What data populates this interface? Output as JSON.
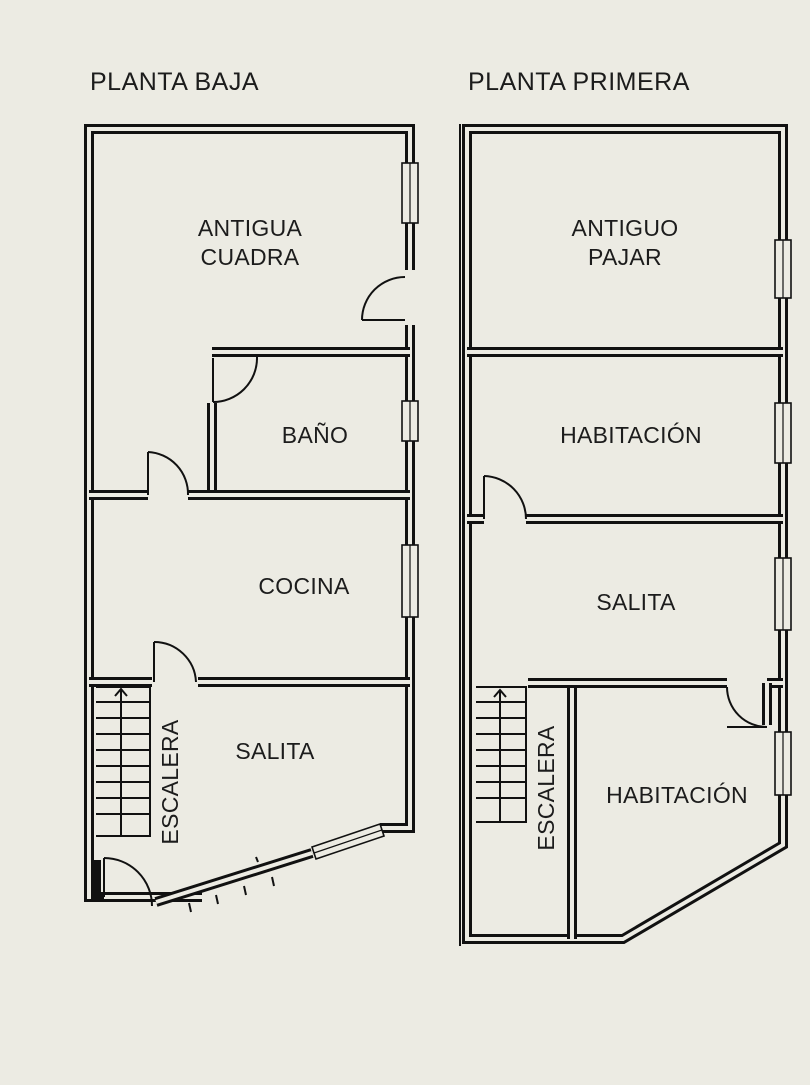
{
  "floors": {
    "ground": {
      "title": "PLANTA BAJA",
      "rooms": {
        "antigua_cuadra_l1": "ANTIGUA",
        "antigua_cuadra_l2": "CUADRA",
        "bano": "BAÑO",
        "cocina": "COCINA",
        "salita": "SALITA",
        "escalera": "ESCALERA"
      }
    },
    "first": {
      "title": "PLANTA PRIMERA",
      "rooms": {
        "antiguo_pajar_l1": "ANTIGUO",
        "antiguo_pajar_l2": "PAJAR",
        "habitacion_top": "HABITACIÓN",
        "salita": "SALITA",
        "habitacion_bottom": "HABITACIÓN",
        "escalera": "ESCALERA"
      }
    }
  }
}
